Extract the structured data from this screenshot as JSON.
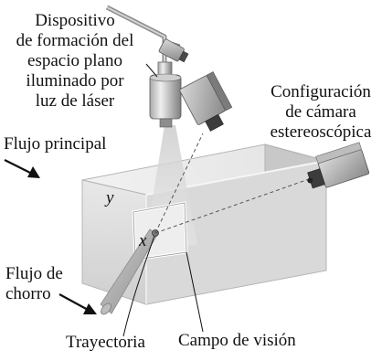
{
  "labels": {
    "laser_device": [
      "Dispositivo",
      "de formación del",
      "espacio plano",
      "iluminado por",
      "luz de láser"
    ],
    "stereo_camera": [
      "Configuración",
      "de cámara",
      "estereoscópica"
    ],
    "main_flow": "Flujo principal",
    "jet_flow": [
      "Flujo de",
      "chorro"
    ],
    "trajectory": "Trayectoria",
    "field_of_view": "Campo de visión",
    "axis_x": "x",
    "axis_y": "y"
  }
}
